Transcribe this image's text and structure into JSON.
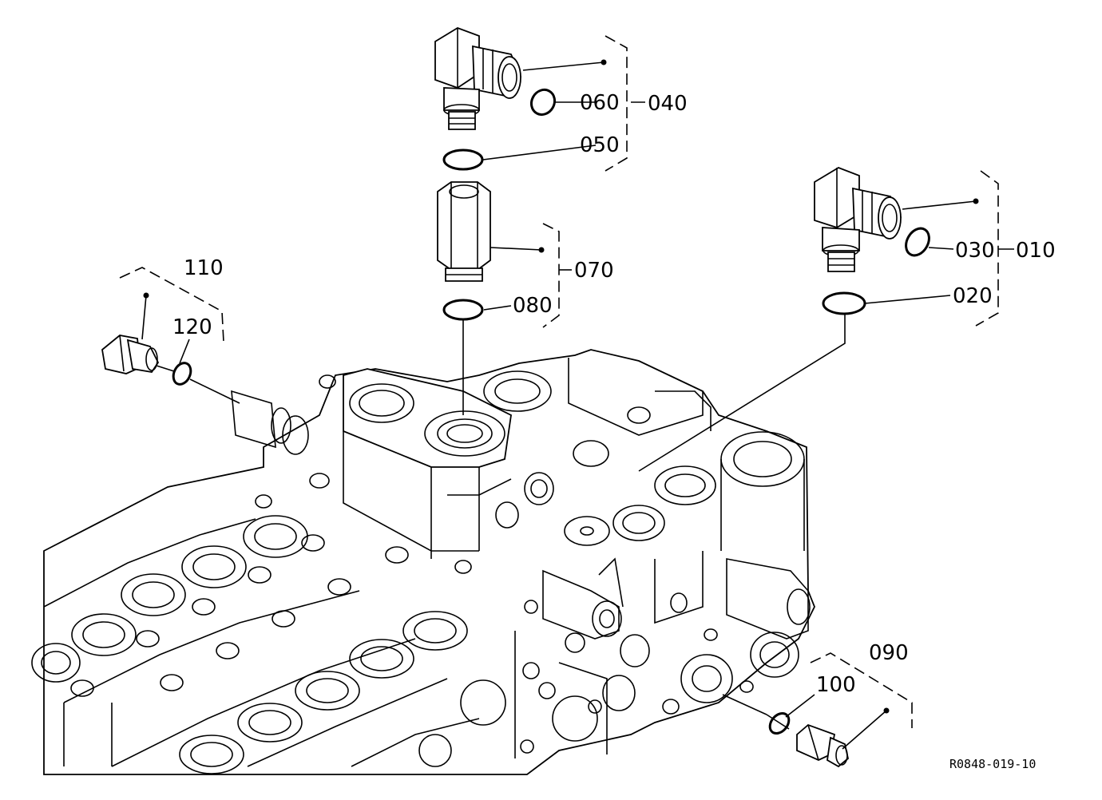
{
  "labels": {
    "p010": "010",
    "p020": "020",
    "p030": "030",
    "p040": "040",
    "p050": "050",
    "p060": "060",
    "p070": "070",
    "p080": "080",
    "p090": "090",
    "p100": "100",
    "p110": "110",
    "p120": "120"
  },
  "reference_code": "R0848-019-10"
}
